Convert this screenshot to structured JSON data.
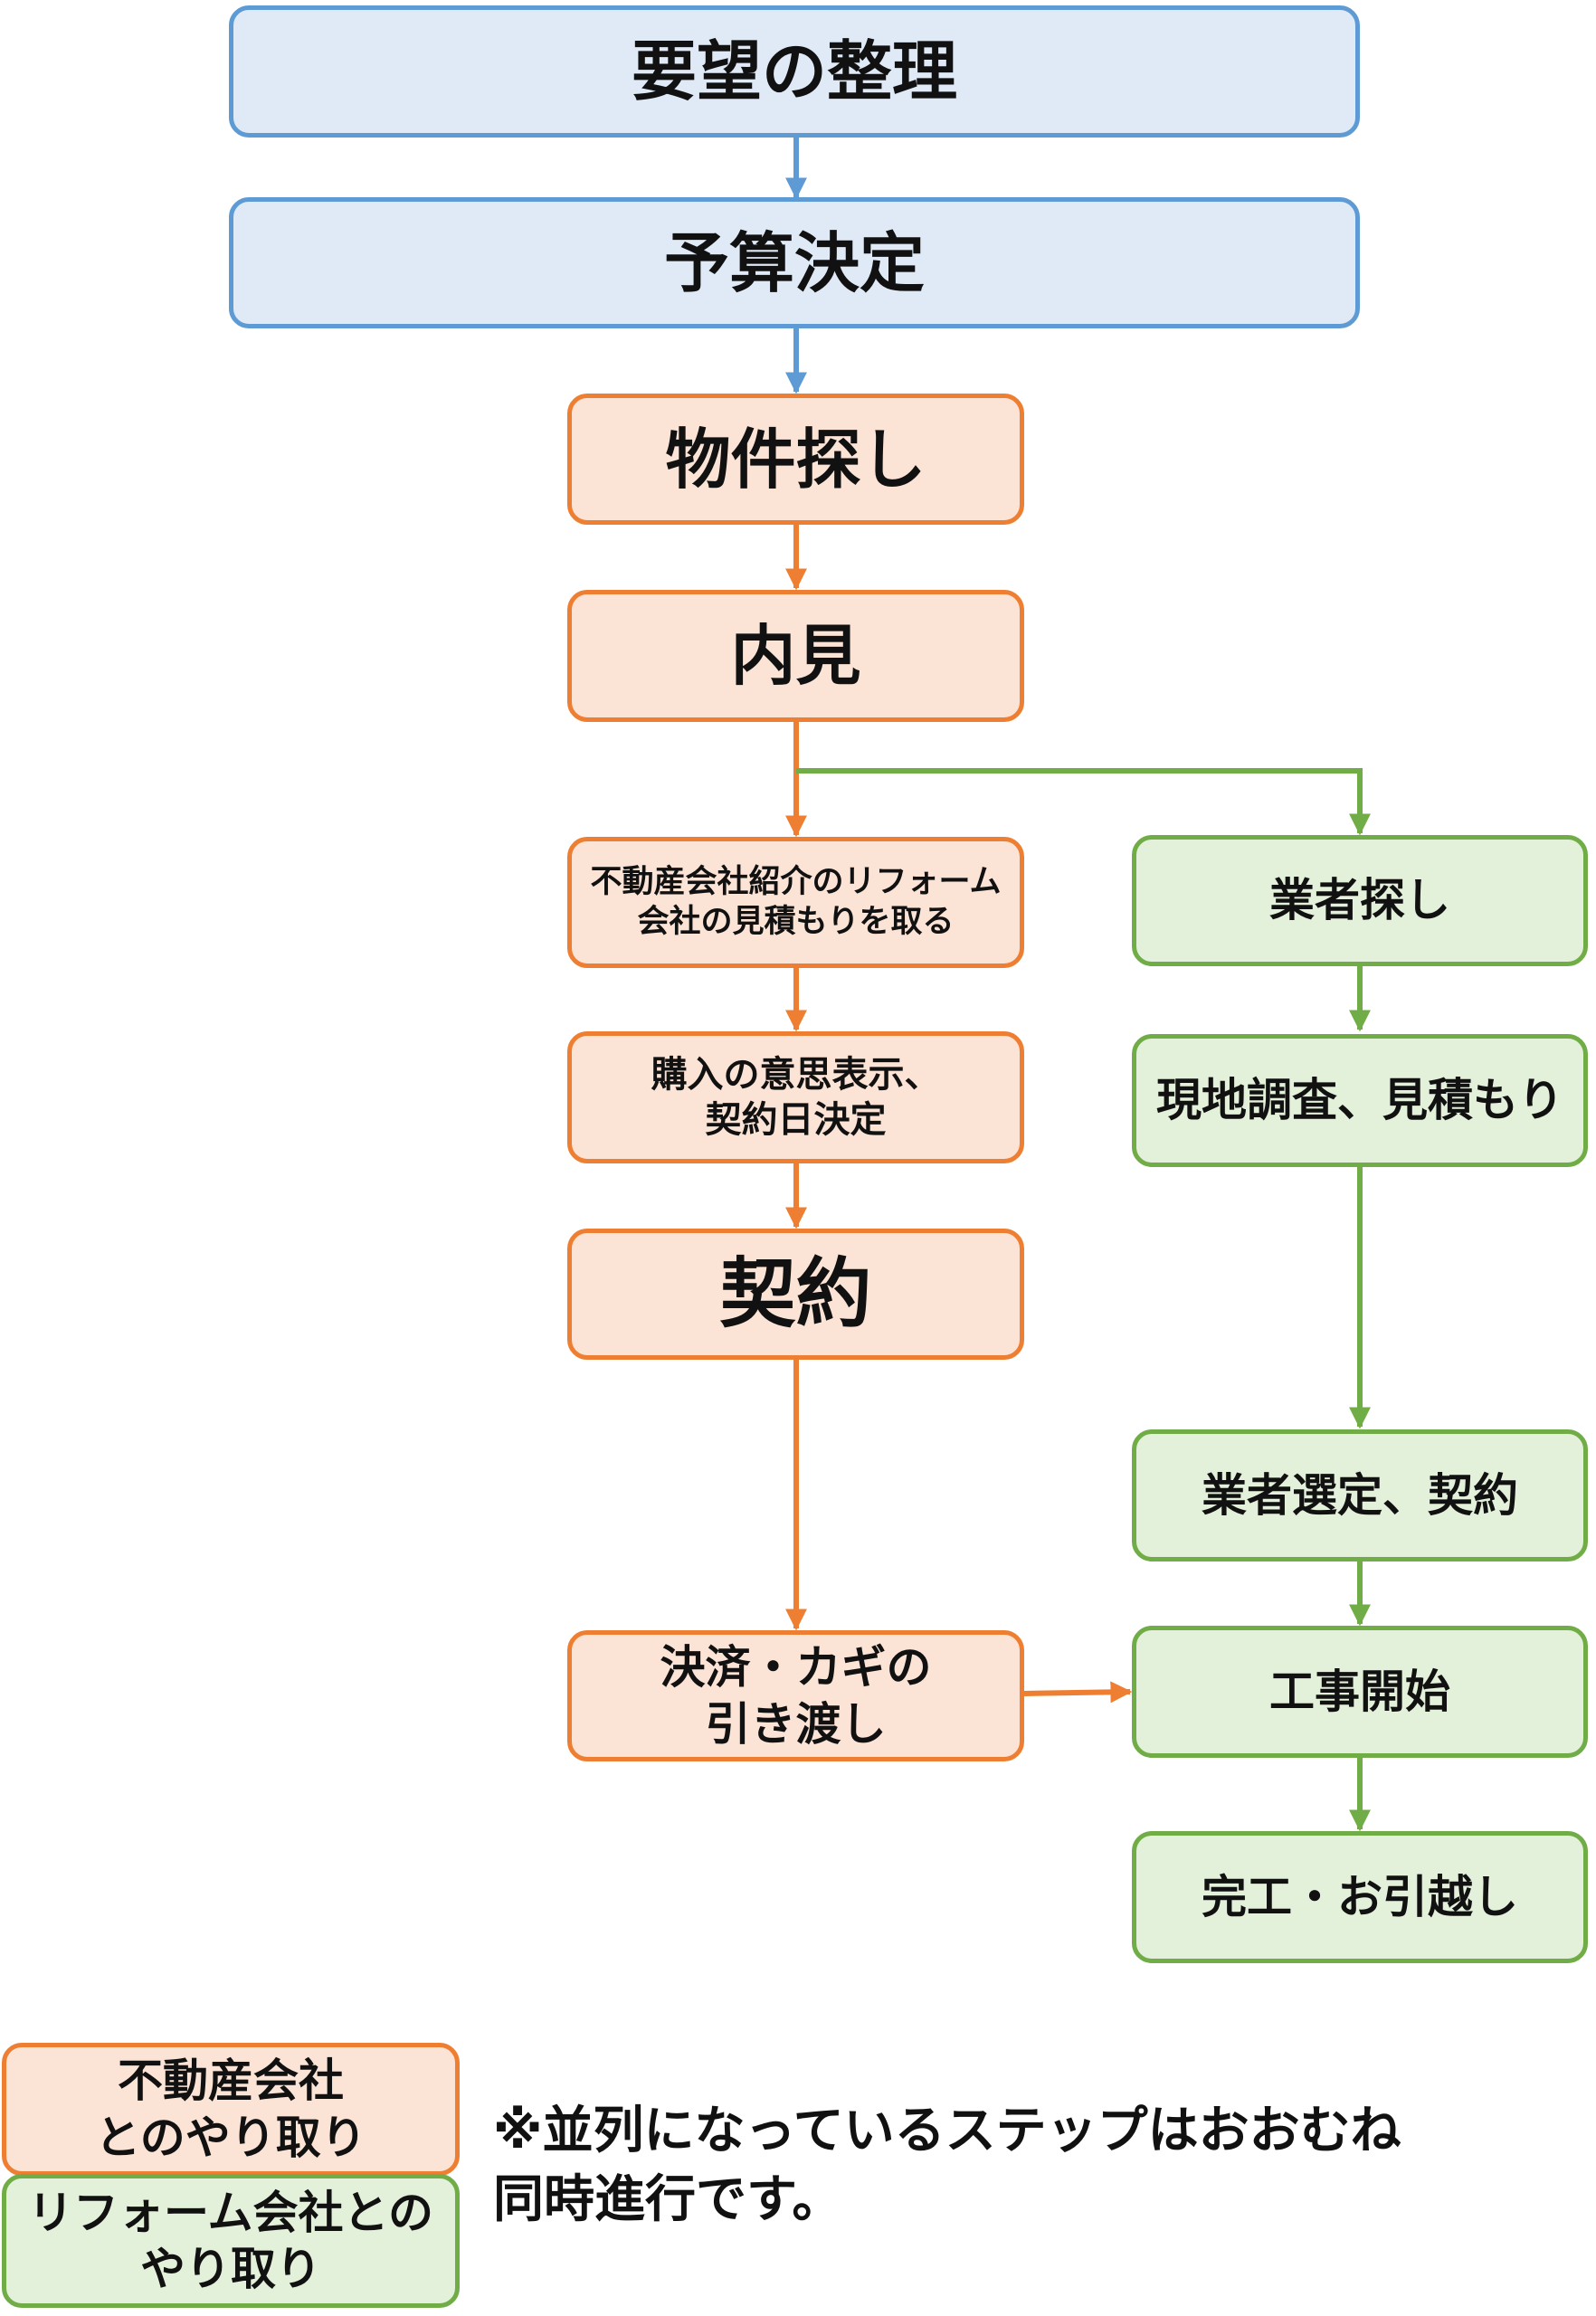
{
  "flow": {
    "requirements": "要望の整理",
    "budget": "予算決定",
    "property_search": "物件探し",
    "viewing": "内見",
    "reform_quote_line1": "不動産会社紹介のリフォーム",
    "reform_quote_line2": "会社の見積もりを取る",
    "purchase_intent_line1": "購入の意思表示、",
    "purchase_intent_line2": "契約日決定",
    "contract": "契約",
    "settlement_line1": "決済・カギの",
    "settlement_line2": "引き渡し",
    "contractor_search": "業者探し",
    "site_survey": "現地調査、見積もり",
    "contractor_selection": "業者選定、契約",
    "construction_start": "工事開始",
    "completion": "完工・お引越し"
  },
  "legend": {
    "real_estate_line1": "不動産会社",
    "real_estate_line2": "とのやり取り",
    "reform_line1": "リフォーム会社との",
    "reform_line2": "やり取り"
  },
  "note": {
    "line1": "※並列になっているステップはおおむね",
    "line2": "同時進行です。"
  },
  "colors": {
    "blue_fill": "#dfeaf6",
    "blue_border": "#5e9bd5",
    "orange_fill": "#fbe3d6",
    "orange_border": "#ee7f32",
    "green_fill": "#e3f0da",
    "green_border": "#71ad47"
  }
}
